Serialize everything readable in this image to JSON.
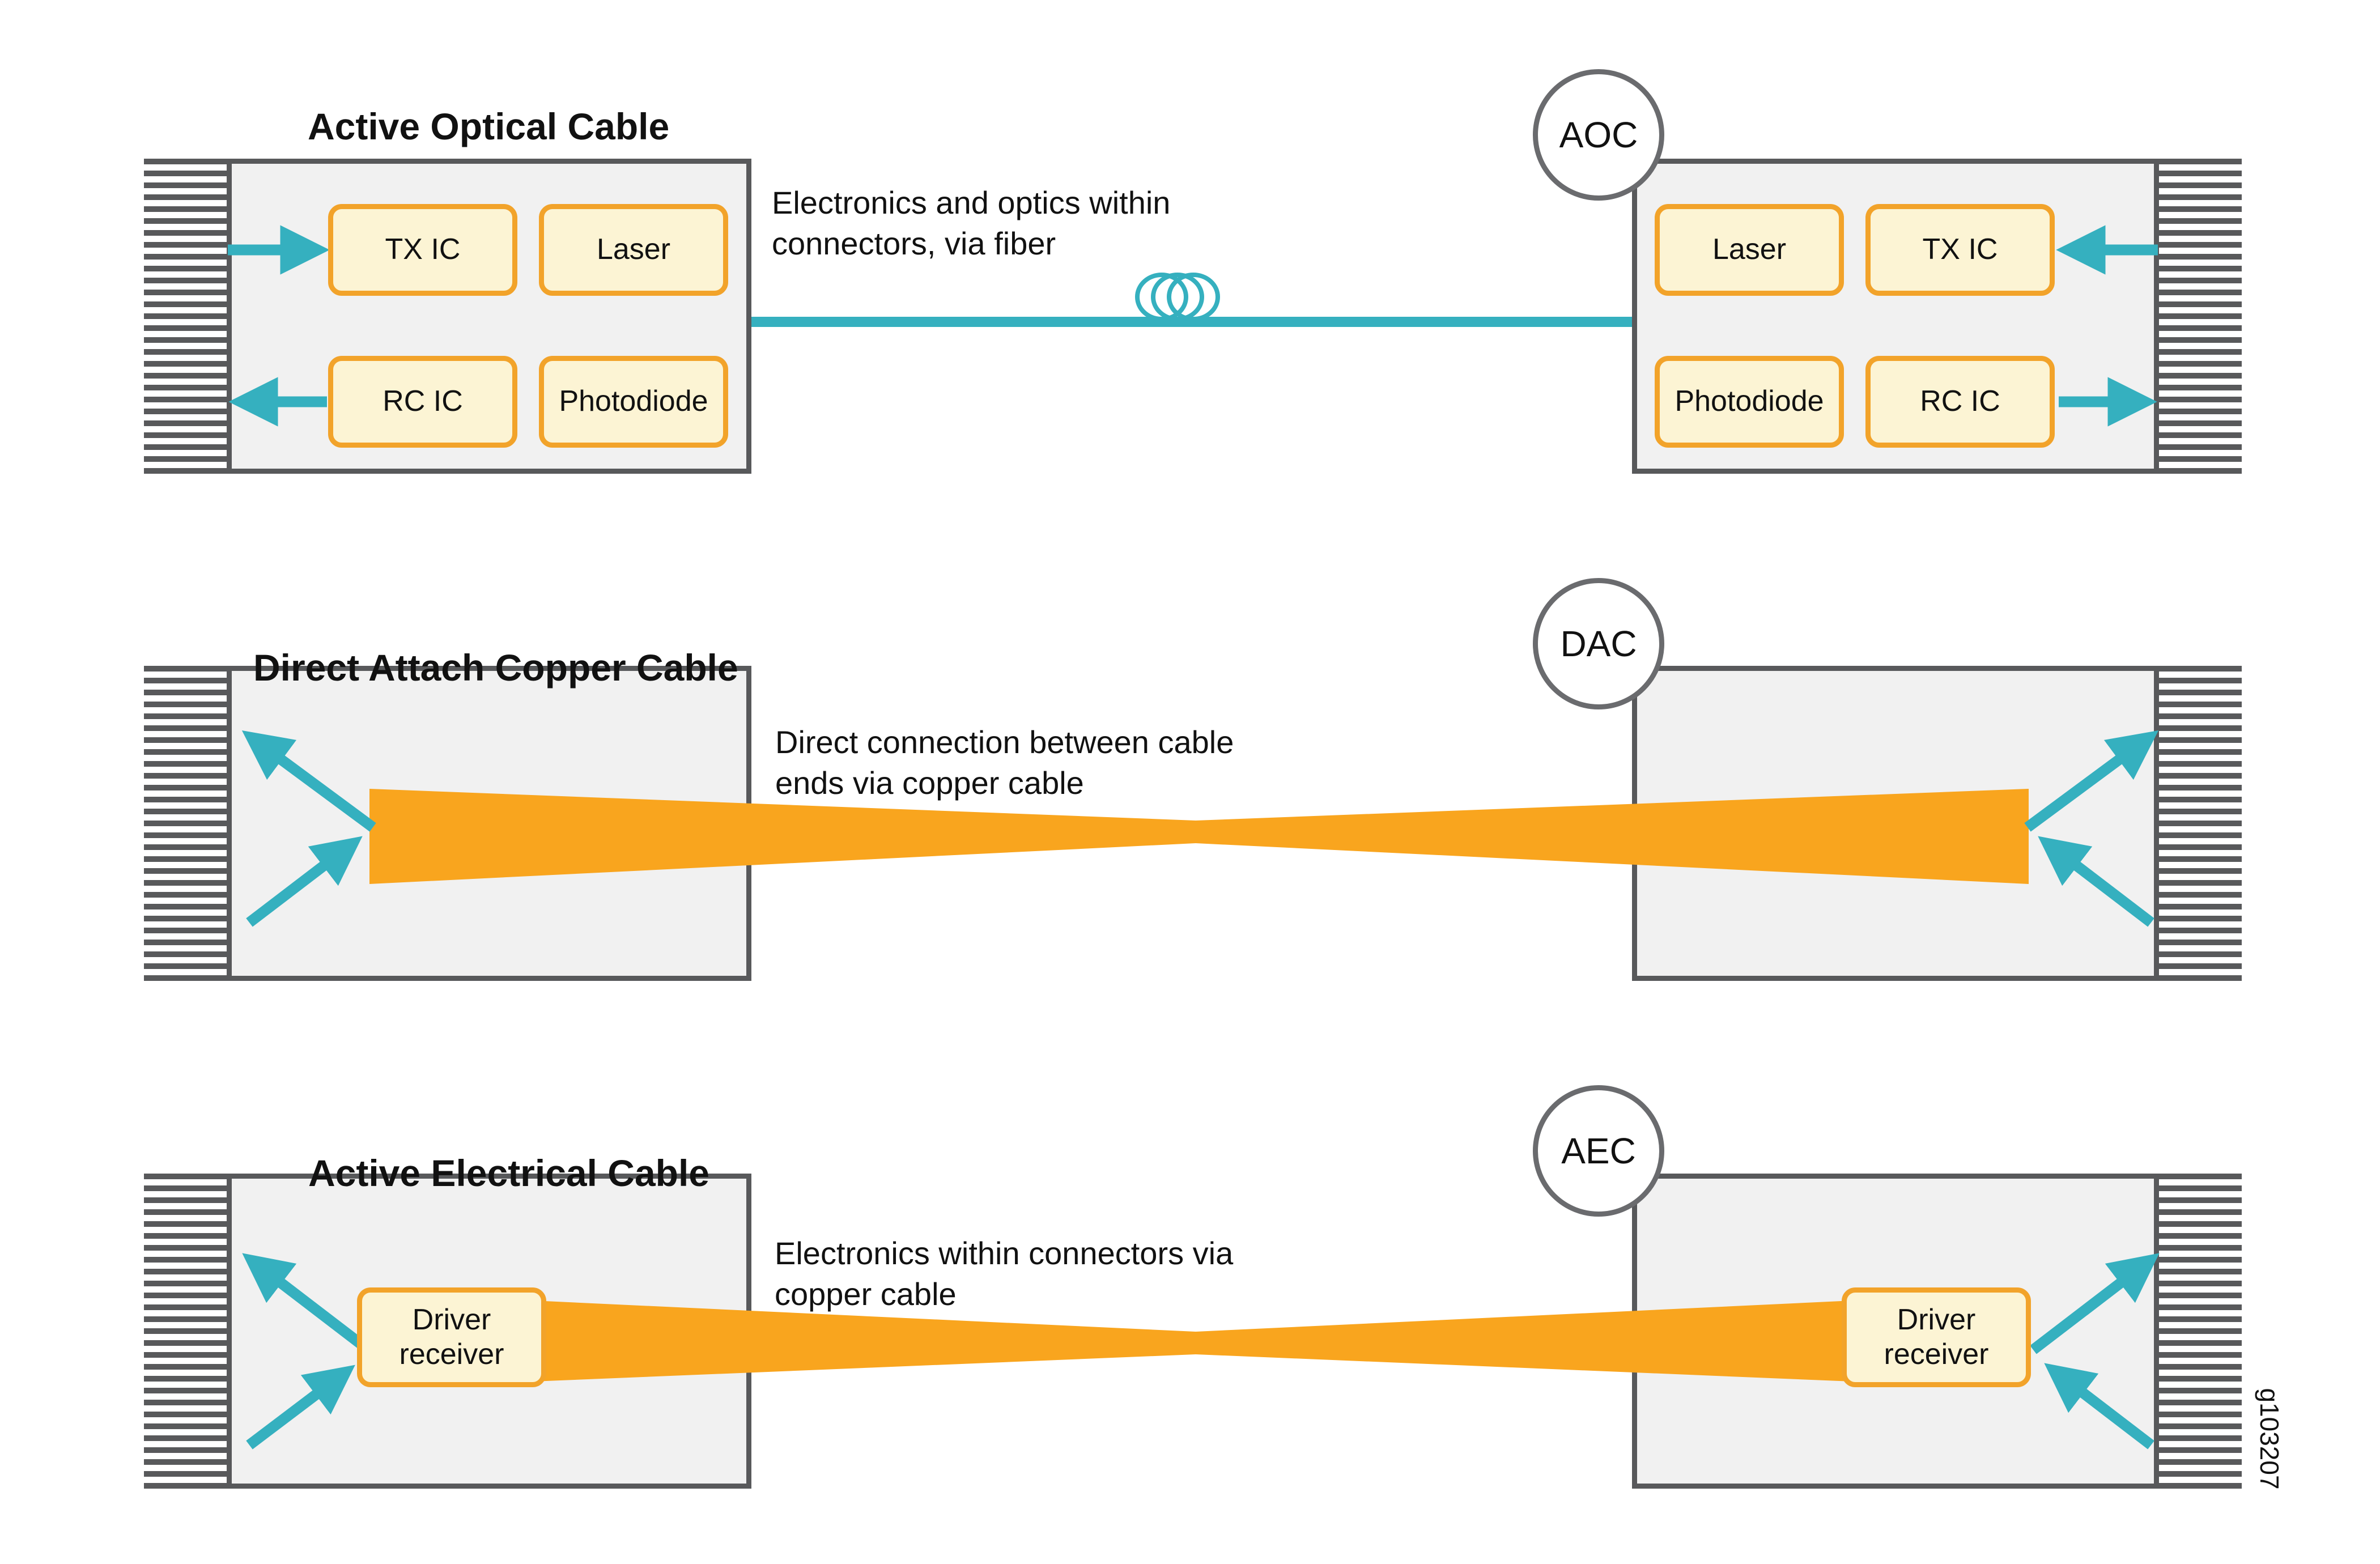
{
  "figure_label": "g103207",
  "colors": {
    "teal": "#35B0BF",
    "orange": "#F9A51E",
    "box_border": "#F2A32A",
    "box_fill": "#FCF4D4",
    "connector_fill": "#F1F1F1",
    "connector_border": "#58595B",
    "badge_border": "#6A6B6E",
    "text": "#111111"
  },
  "rows": [
    {
      "title": "Active Optical Cable",
      "badge": "AOC",
      "description": "Electronics and optics within\nconnectors, via fiber",
      "left_boxes": [
        "TX IC",
        "Laser",
        "RC IC",
        "Photodiode"
      ],
      "right_boxes": [
        "Laser",
        "TX IC",
        "Photodiode",
        "RC IC"
      ]
    },
    {
      "title": "Direct Attach Copper Cable",
      "badge": "DAC",
      "description": "Direct connection between cable\nends via copper cable"
    },
    {
      "title": "Active Electrical Cable",
      "badge": "AEC",
      "description": "Electronics within connectors via\ncopper cable",
      "left_boxes": [
        "Driver\nreceiver"
      ],
      "right_boxes": [
        "Driver\nreceiver"
      ]
    }
  ]
}
